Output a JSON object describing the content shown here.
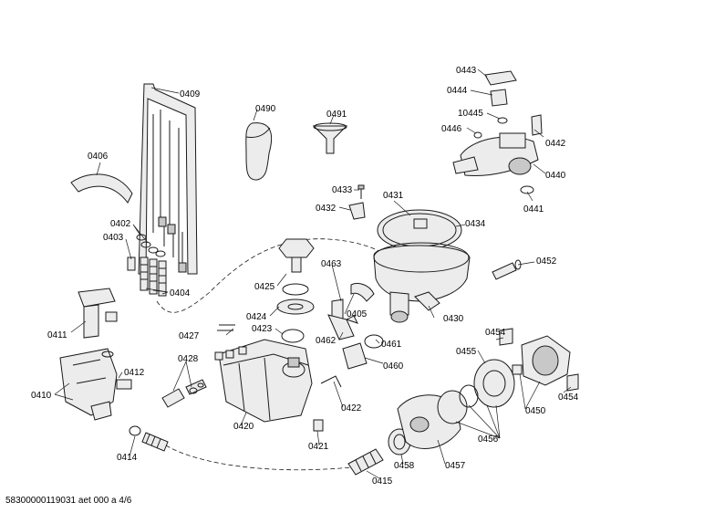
{
  "footer_text": "58300000119031 aet 000 a 4/6",
  "parts": {
    "p0443": "0443",
    "p0444": "0444",
    "p10445": "10445",
    "p0446": "0446",
    "p0442": "0442",
    "p0440": "0440",
    "p0441": "0441",
    "p0409": "0409",
    "p0490": "0490",
    "p0491": "0491",
    "p0406": "0406",
    "p0433": "0433",
    "p0432": "0432",
    "p0431": "0431",
    "p0434": "0434",
    "p0402": "0402",
    "p0403": "0403",
    "p0404": "0404",
    "p0452": "0452",
    "p0425": "0425",
    "p0463": "0463",
    "p0424": "0424",
    "p0423": "0423",
    "p0405": "0405",
    "p0430": "0430",
    "p0411": "0411",
    "p0427": "0427",
    "p0462": "0462",
    "p0461": "0461",
    "p0454a": "0454",
    "p0455": "0455",
    "p0428": "0428",
    "p0460": "0460",
    "p0412": "0412",
    "p0410": "0410",
    "p0450": "0450",
    "p0454b": "0454",
    "p0422": "0422",
    "p0420": "0420",
    "p0456": "0456",
    "p0421": "0421",
    "p0414": "0414",
    "p0458": "0458",
    "p0457": "0457",
    "p0415": "0415"
  }
}
